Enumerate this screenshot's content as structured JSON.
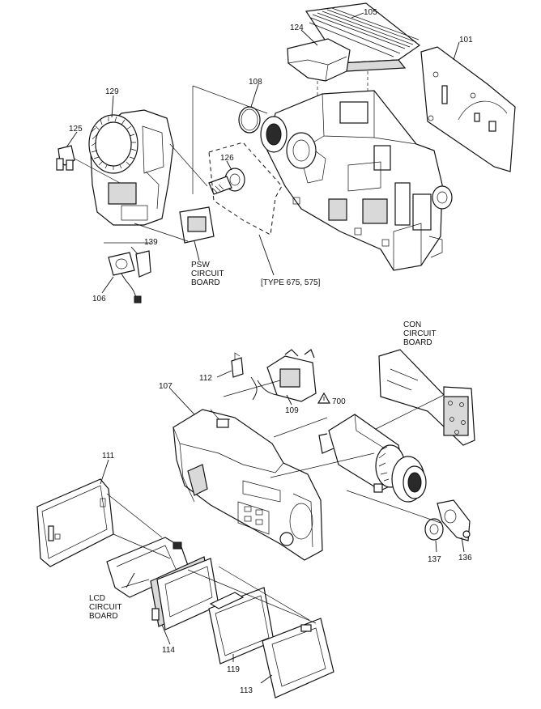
{
  "callouts": {
    "p105": "105",
    "p124": "124",
    "p101": "101",
    "p108": "108",
    "p129": "129",
    "p125": "125",
    "p126": "126",
    "p139": "139",
    "p106": "106",
    "psw_board_1": "PSW",
    "psw_board_2": "CIRCUIT",
    "psw_board_3": "BOARD",
    "type_note": "[TYPE 675, 575]",
    "con_board_1": "CON",
    "con_board_2": "CIRCUIT",
    "con_board_3": "BOARD",
    "p112": "112",
    "p107": "107",
    "p109": "109",
    "p700": "700",
    "p111": "111",
    "lcd_board_1": "LCD",
    "lcd_board_2": "CIRCUIT",
    "lcd_board_3": "BOARD",
    "p114": "114",
    "p119": "119",
    "p113": "113",
    "p137": "137",
    "p136": "136"
  }
}
